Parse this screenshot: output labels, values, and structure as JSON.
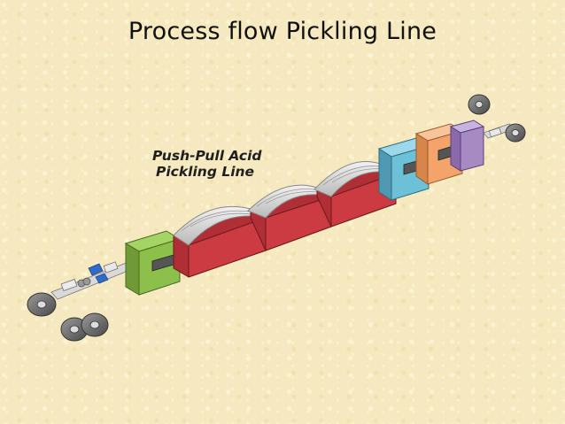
{
  "slide": {
    "title": "Process flow Pickling Line"
  },
  "diagram": {
    "callout_line1": "Push-Pull Acid",
    "callout_line2": "Pickling Line",
    "colors": {
      "entry_unit": "#8cc04a",
      "acid_tank": "#cc3a42",
      "tank_cover": "#d8d8d8",
      "rinse_unit": "#6cc0d8",
      "dryer_unit": "#f4a46a",
      "oiler_unit": "#a78ac2",
      "coil": "#7a7a7a"
    }
  }
}
